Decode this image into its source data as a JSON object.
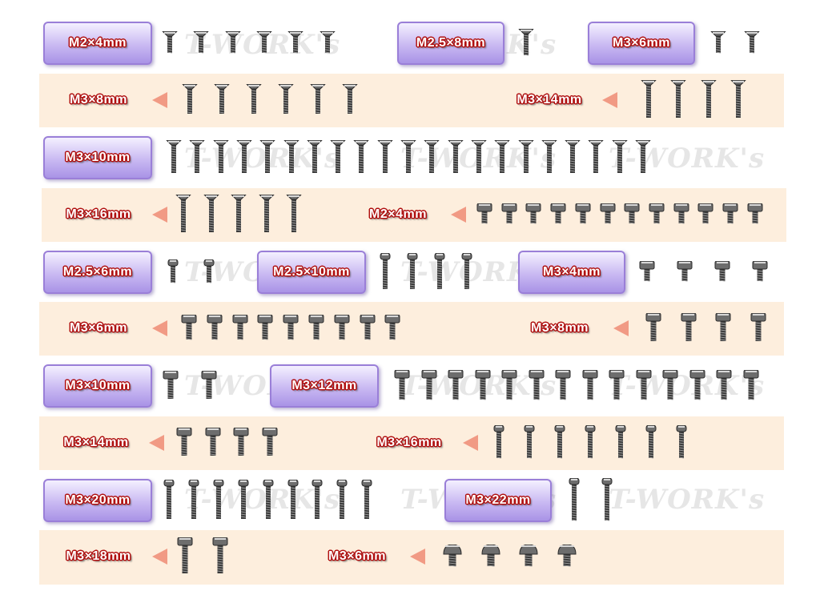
{
  "watermark": "T-WORK's",
  "colors": {
    "band": "#fdeedd",
    "badge_border": "#9a7fd8",
    "label_outline": "#b01010",
    "arrow": "#f19a84"
  },
  "rows": [
    {
      "band": false,
      "groups": [
        {
          "label": "M2×4mm",
          "style": "badge",
          "head": "flat",
          "count": 6
        },
        {
          "label": "M2.5×8mm",
          "style": "badge",
          "head": "flat",
          "count": 1
        },
        {
          "label": "M3×6mm",
          "style": "badge",
          "head": "flat",
          "count": 2
        }
      ]
    },
    {
      "band": true,
      "groups": [
        {
          "label": "M3×8mm",
          "style": "arrow",
          "head": "flat",
          "count": 6
        },
        {
          "label": "M3×14mm",
          "style": "arrow",
          "head": "flat",
          "count": 4
        }
      ]
    },
    {
      "band": false,
      "groups": [
        {
          "label": "M3×10mm",
          "style": "badge",
          "head": "flat",
          "count": 21
        }
      ]
    },
    {
      "band": true,
      "groups": [
        {
          "label": "M3×16mm",
          "style": "arrow",
          "head": "flat",
          "count": 5
        },
        {
          "label": "M2×4mm",
          "style": "arrow",
          "head": "flange",
          "count": 12
        }
      ]
    },
    {
      "band": false,
      "groups": [
        {
          "label": "M2.5×6mm",
          "style": "badge",
          "head": "button",
          "count": 2
        },
        {
          "label": "M2.5×10mm",
          "style": "badge",
          "head": "button",
          "count": 4
        },
        {
          "label": "M3×4mm",
          "style": "badge",
          "head": "flange",
          "count": 4
        }
      ]
    },
    {
      "band": true,
      "groups": [
        {
          "label": "M3×6mm",
          "style": "arrow",
          "head": "flange",
          "count": 9
        },
        {
          "label": "M3×8mm",
          "style": "arrow",
          "head": "flange",
          "count": 4
        }
      ]
    },
    {
      "band": false,
      "groups": [
        {
          "label": "M3×10mm",
          "style": "badge",
          "head": "flange",
          "count": 2
        },
        {
          "label": "M3×12mm",
          "style": "badge",
          "head": "flange",
          "count": 14
        }
      ]
    },
    {
      "band": true,
      "groups": [
        {
          "label": "M3×14mm",
          "style": "arrow",
          "head": "flange",
          "count": 4
        },
        {
          "label": "M3×16mm",
          "style": "arrow",
          "head": "button",
          "count": 7
        }
      ]
    },
    {
      "band": false,
      "groups": [
        {
          "label": "M3×20mm",
          "style": "badge",
          "head": "button",
          "count": 9
        },
        {
          "label": "M3×22mm",
          "style": "badge",
          "head": "button",
          "count": 2
        }
      ]
    },
    {
      "band": true,
      "groups": [
        {
          "label": "M3×18mm",
          "style": "arrow",
          "head": "flange",
          "count": 2
        },
        {
          "label": "M3×6mm",
          "style": "arrow",
          "head": "round",
          "count": 4
        }
      ]
    }
  ]
}
